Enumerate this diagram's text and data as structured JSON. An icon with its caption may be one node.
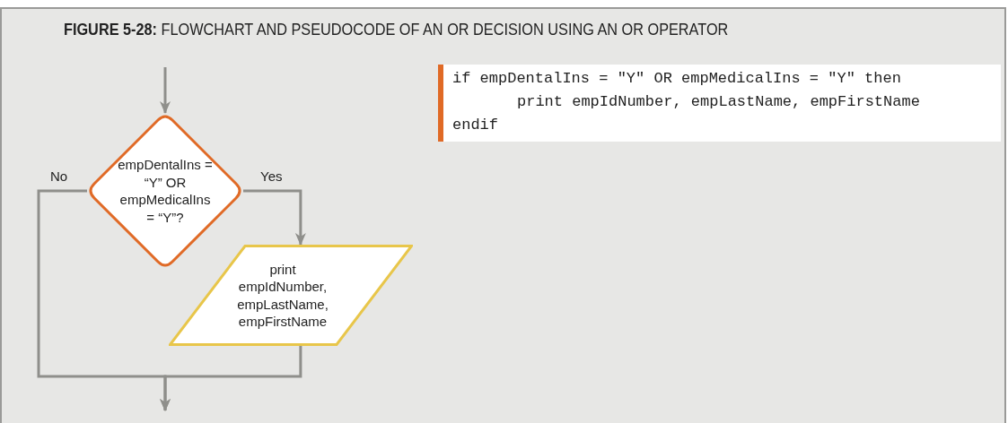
{
  "diagram": {
    "title": "**FIGURE 5-28:** FLOWCHART AND PSEUDOCODE OF AN OR DECISION USING AN OR OPERATOR",
    "nodes": [
      {
        "text": [
          "empDentalIns = “Y” OR empMedicalIns = “Y”?"
        ]
      },
      {
        "text": [
          "print empIdNumber, empLastName, empFirstName"
        ]
      }
    ],
    "edges": [
      {
        "from": null,
        "to": 0,
        "arrow": "to"
      },
      {
        "from": 0,
        "to": 1,
        "arrow": "to",
        "label": "Yes"
      },
      {
        "from": 0,
        "to": null,
        "arrow": "to",
        "label": "No"
      },
      {
        "from": 1,
        "to": null,
        "arrow": "to"
      }
    ],
    "labels": [
      "if empDentalIns = \"Y\" OR empMedicalIns = \"Y\" then",
      "print empIdNumber, empLastName, empFirstName",
      "endif"
    ]
  }
}
